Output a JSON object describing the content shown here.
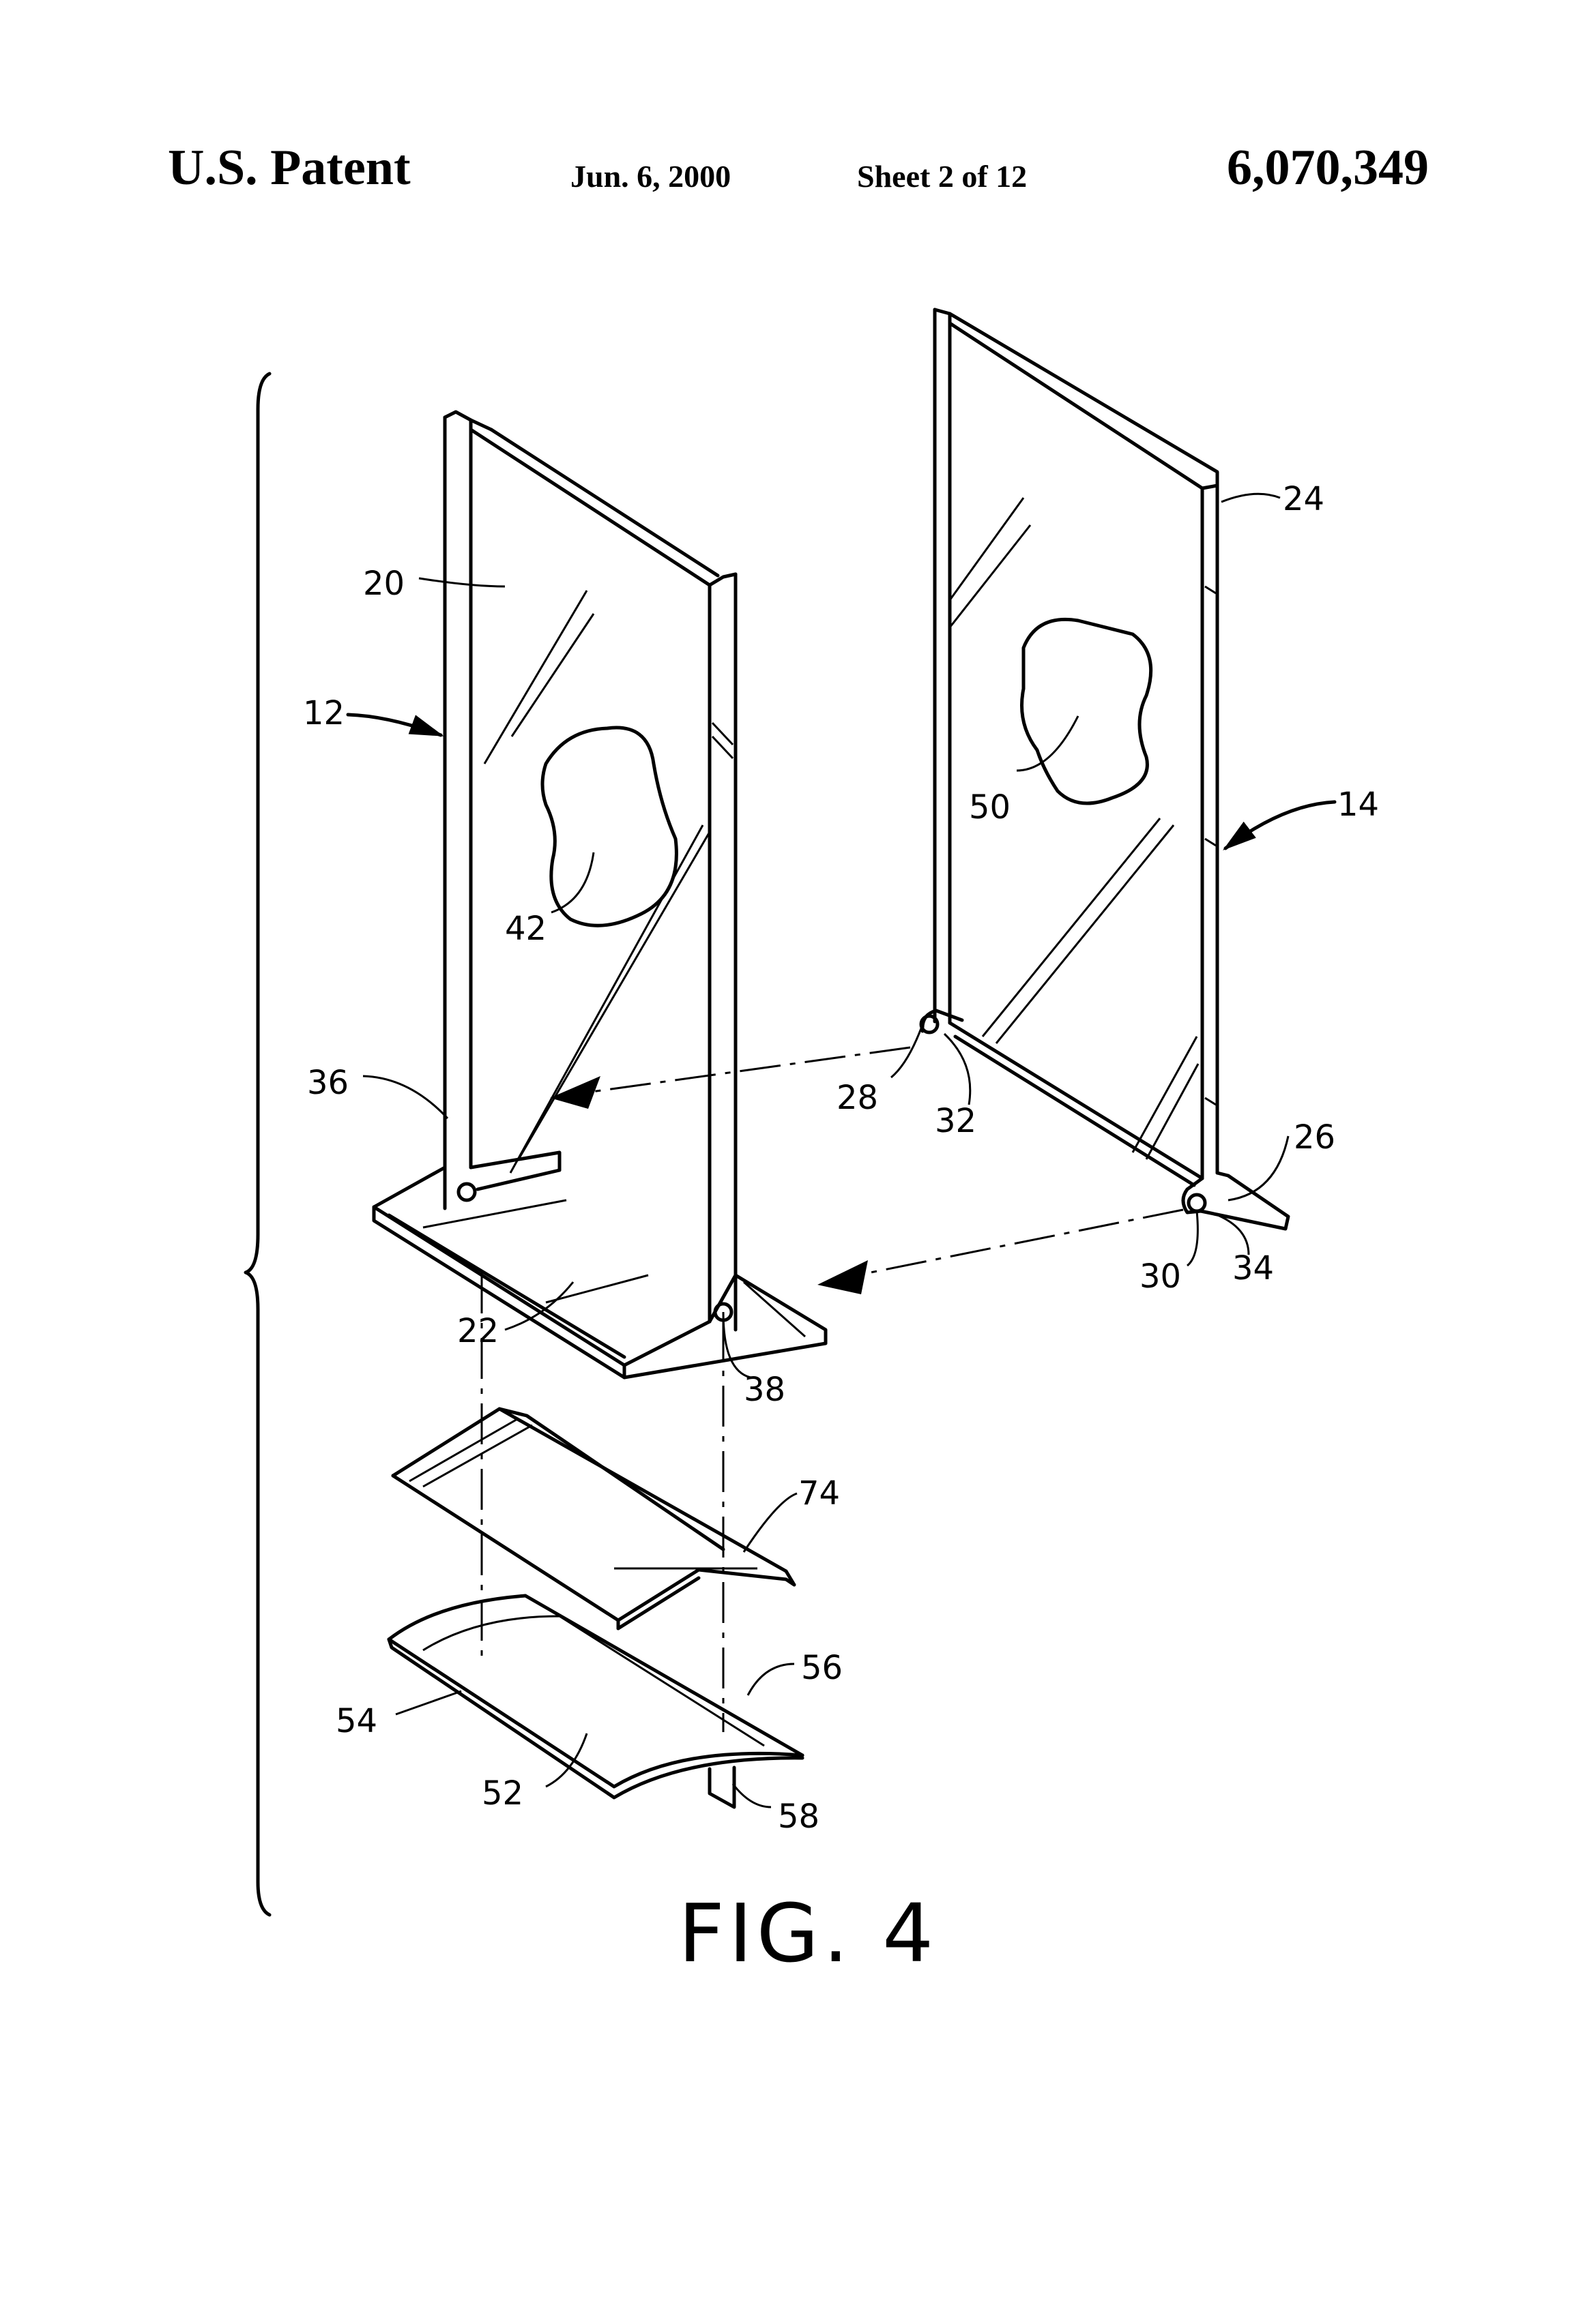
{
  "header": {
    "patent": "U.S. Patent",
    "date": "Jun. 6, 2000",
    "sheet": "Sheet 2 of 12",
    "number": "6,070,349"
  },
  "figure": {
    "caption": "FIG. 4",
    "reference_numerals": [
      "20",
      "12",
      "42",
      "36",
      "22",
      "38",
      "24",
      "50",
      "14",
      "28",
      "32",
      "26",
      "30",
      "34",
      "74",
      "56",
      "54",
      "52",
      "58"
    ]
  }
}
